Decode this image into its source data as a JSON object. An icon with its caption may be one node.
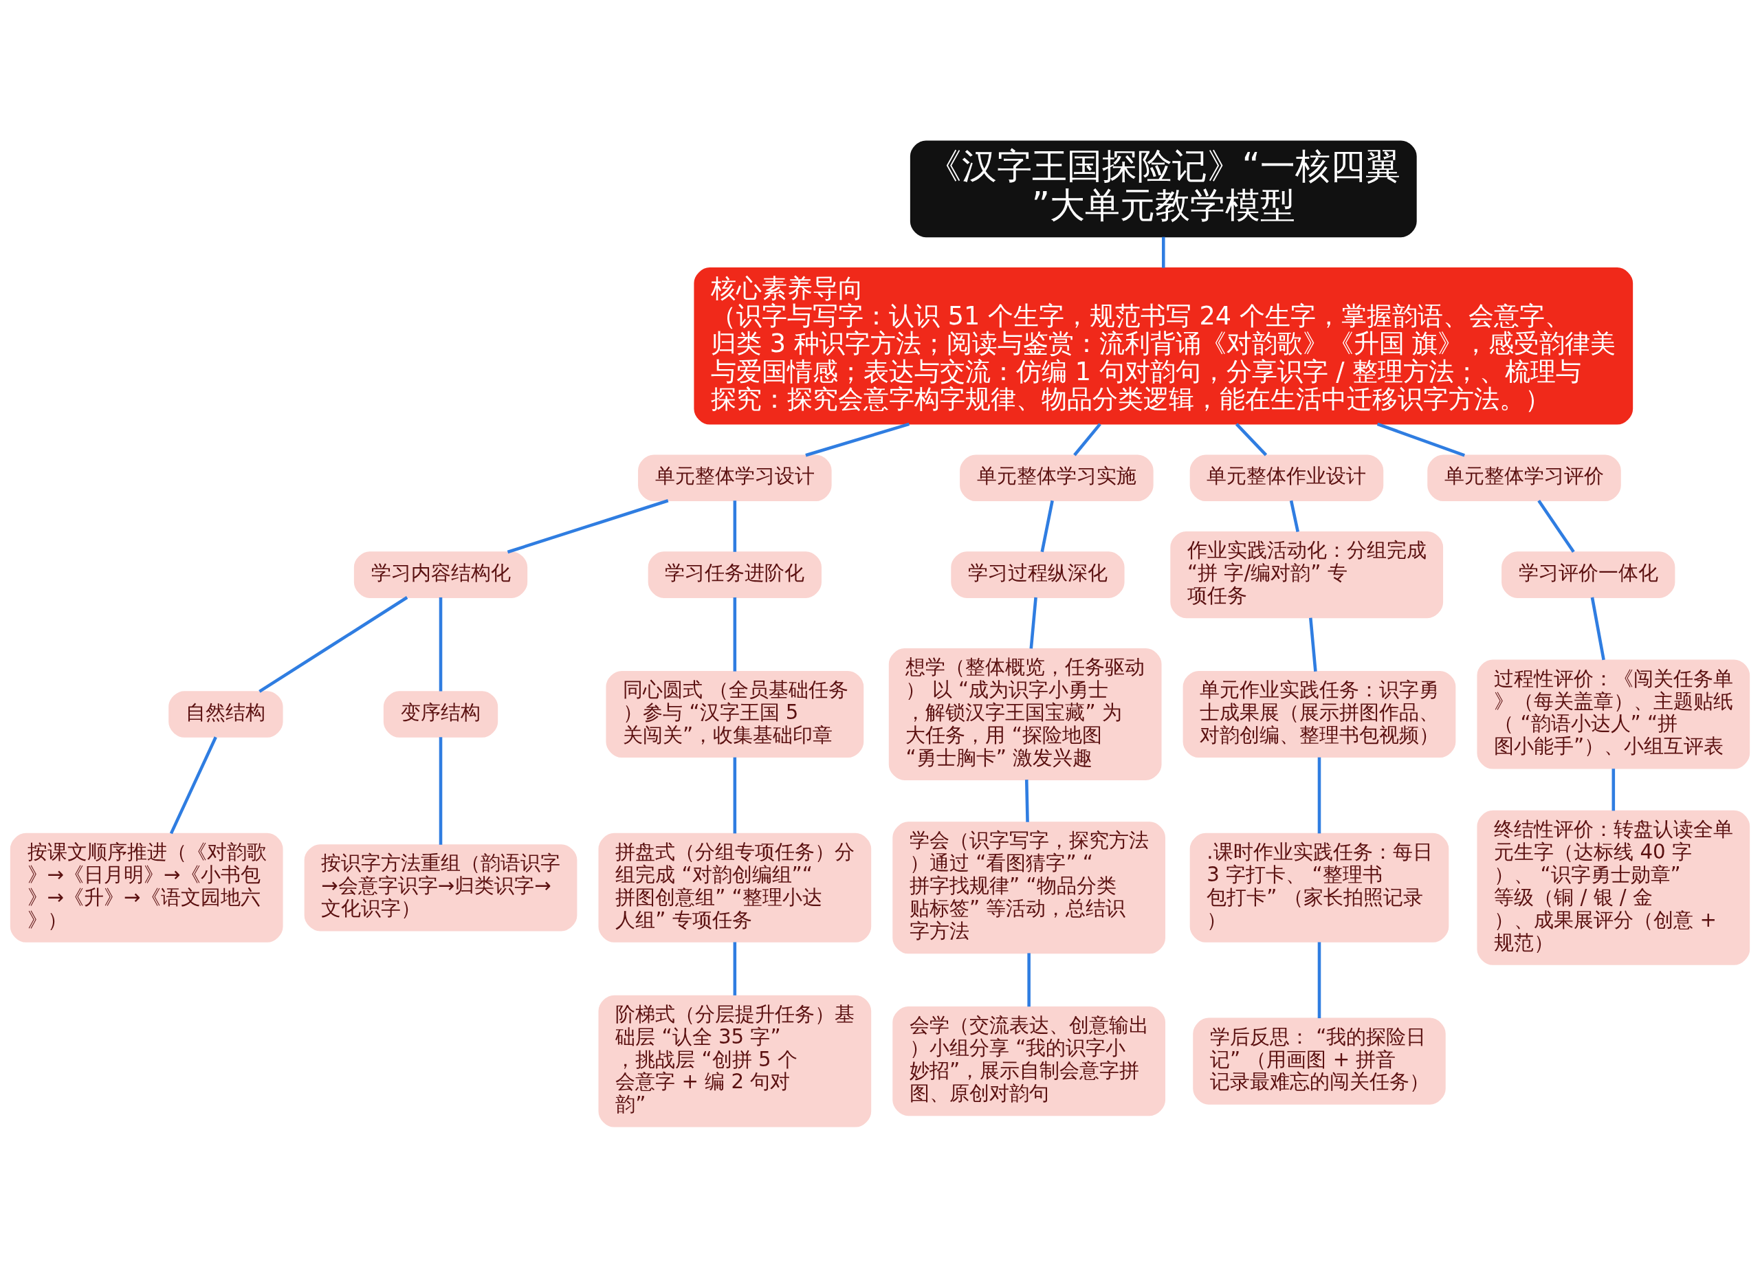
{
  "diagram": {
    "nodes": [
      {
        "text": [
          "《汉字王国探险记》“一核四翼”大单元教学模型"
        ]
      },
      {
        "text": [
          "核心素养导向",
          "（识字与写字：认识 51 个生字，规范书写 24 个生字，掌握韵语、会意字、归类 3 种识字方法；阅读与鉴赏：流利背诵《对韵歌》《升国 旗》，感受韵律美与爱国情感；表达与交流：仿编 1 句对韵句，分享识字 / 整理方法；、梳理与探究：探究会意字构字规律、物品分类逻辑，能在生活中迁移识字方法。）"
        ]
      },
      {
        "text": [
          "单元整体学习设计"
        ]
      },
      {
        "text": [
          "学习内容结构化"
        ]
      },
      {
        "text": [
          "自然结构"
        ]
      },
      {
        "text": [
          "按课文顺序推进（《对韵歌》→《日月明》→《小书包》→《升》→《语文园地六》）"
        ]
      },
      {
        "text": [
          "变序结构"
        ]
      },
      {
        "text": [
          "按识字方法重组（韵语识字→会意字识字→归类识字→文化识字）"
        ]
      },
      {
        "text": [
          "学习任务进阶化"
        ]
      },
      {
        "text": [
          "同心圆式 （全员基础任务）参与 “汉字王国 5 关闯关”，收集基础印章"
        ]
      },
      {
        "text": [
          "拼盘式（分组专项任务）分组完成 “对韵创编组”“拼图创意组” “整理小达人组” 专项任务"
        ]
      },
      {
        "text": [
          "阶梯式（分层提升任务）基础层 “认全 35 字”，挑战层 “创拼 5 个会意字 + 编 2 句对韵”"
        ]
      },
      {
        "text": [
          "单元整体学习实施"
        ]
      },
      {
        "text": [
          "学习过程纵深化"
        ]
      },
      {
        "text": [
          "想学（整体概览，任务驱动） 以 “成为识字小勇士，解锁汉字王国宝藏” 为大任务，用 “探险地图 “勇士胸卡” 激发兴趣"
        ]
      },
      {
        "text": [
          "学会（识字写字，探究方法）通过 “看图猜字” “拼字找规律” “物品分类贴标签” 等活动，总结识字方法"
        ]
      },
      {
        "text": [
          "会学（交流表达、创意输出）小组分享 “我的识字小妙招”，展示自制会意字拼图、原创对韵句"
        ]
      },
      {
        "text": [
          "单元整体作业设计"
        ]
      },
      {
        "text": [
          "作业实践活动化：分组完成 “拼 字/编对韵” 专项任务"
        ]
      },
      {
        "text": [
          "单元作业实践任务：识字勇士成果展（展示拼图作品、对韵创编、整理书包视频）"
        ]
      },
      {
        "text": [
          ".课时作业实践任务：每日 3 字打卡、 “整理书包打卡” （家长拍照记录）"
        ]
      },
      {
        "text": [
          "学后反思： “我的探险日记” （用画图 + 拼音记录最难忘的闯关任务）"
        ]
      },
      {
        "text": [
          "单元整体学习评价"
        ]
      },
      {
        "text": [
          "学习评价一体化"
        ]
      },
      {
        "text": [
          "过程性评价：《闯关任务单》（每关盖章）、主题贴纸（ “韵语小达人” “拼图小能手”）、小组互评表"
        ]
      },
      {
        "text": [
          "终结性评价：转盘认读全单元生字（达标线 40 字）、 “识字勇士勋章” 等级（铜 / 银 / 金）、成果展评分（创意 + 规范）"
        ]
      }
    ],
    "edges": [
      {
        "from": 0,
        "to": 1,
        "arrow": "none"
      },
      {
        "from": 1,
        "to": 2,
        "arrow": "none"
      },
      {
        "from": 1,
        "to": 12,
        "arrow": "none"
      },
      {
        "from": 1,
        "to": 17,
        "arrow": "none"
      },
      {
        "from": 1,
        "to": 22,
        "arrow": "none"
      },
      {
        "from": 2,
        "to": 3,
        "arrow": "none"
      },
      {
        "from": 3,
        "to": 4,
        "arrow": "none"
      },
      {
        "from": 4,
        "to": 5,
        "arrow": "none"
      },
      {
        "from": 3,
        "to": 6,
        "arrow": "none"
      },
      {
        "from": 6,
        "to": 7,
        "arrow": "none"
      },
      {
        "from": 2,
        "to": 8,
        "arrow": "none"
      },
      {
        "from": 8,
        "to": 9,
        "arrow": "none"
      },
      {
        "from": 9,
        "to": 10,
        "arrow": "none"
      },
      {
        "from": 10,
        "to": 11,
        "arrow": "none"
      },
      {
        "from": 12,
        "to": 13,
        "arrow": "none"
      },
      {
        "from": 13,
        "to": 14,
        "arrow": "none"
      },
      {
        "from": 14,
        "to": 15,
        "arrow": "none"
      },
      {
        "from": 15,
        "to": 16,
        "arrow": "none"
      },
      {
        "from": 17,
        "to": 18,
        "arrow": "none"
      },
      {
        "from": 18,
        "to": 19,
        "arrow": "none"
      },
      {
        "from": 19,
        "to": 20,
        "arrow": "none"
      },
      {
        "from": 20,
        "to": 21,
        "arrow": "none"
      },
      {
        "from": 22,
        "to": 23,
        "arrow": "none"
      },
      {
        "from": 23,
        "to": 24,
        "arrow": "none"
      },
      {
        "from": 24,
        "to": 25,
        "arrow": "none"
      }
    ]
  }
}
